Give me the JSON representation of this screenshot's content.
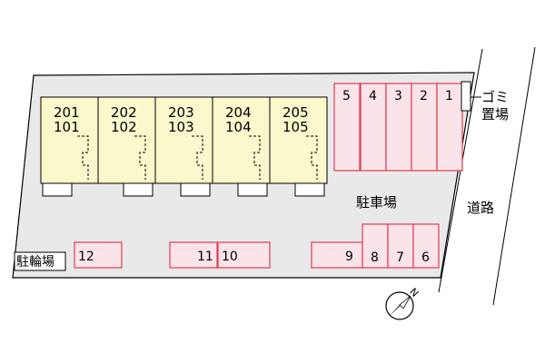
{
  "colors": {
    "lot_fill": "#e9e9e9",
    "building_fill": "#fbf8cc",
    "space_fill": "#fbe3ea",
    "space_stroke": "#e03c4f",
    "line": "#000000"
  },
  "buildings": [
    {
      "upper": "201",
      "lower": "101"
    },
    {
      "upper": "202",
      "lower": "102"
    },
    {
      "upper": "203",
      "lower": "103"
    },
    {
      "upper": "204",
      "lower": "104"
    },
    {
      "upper": "205",
      "lower": "105"
    }
  ],
  "parking_spaces": {
    "top_row": [
      "5",
      "4",
      "3",
      "2",
      "1"
    ],
    "bottom_right": [
      "8",
      "7",
      "6"
    ],
    "bottom_left": [
      "12",
      "11",
      "10",
      "9"
    ]
  },
  "labels": {
    "garbage_line1": "ゴミ",
    "garbage_line2": "置場",
    "parking_lot": "駐車場",
    "road": "道路",
    "bicycle_parking": "駐輪場"
  },
  "compass": {
    "north_label": "N",
    "icon": "compass-icon"
  }
}
